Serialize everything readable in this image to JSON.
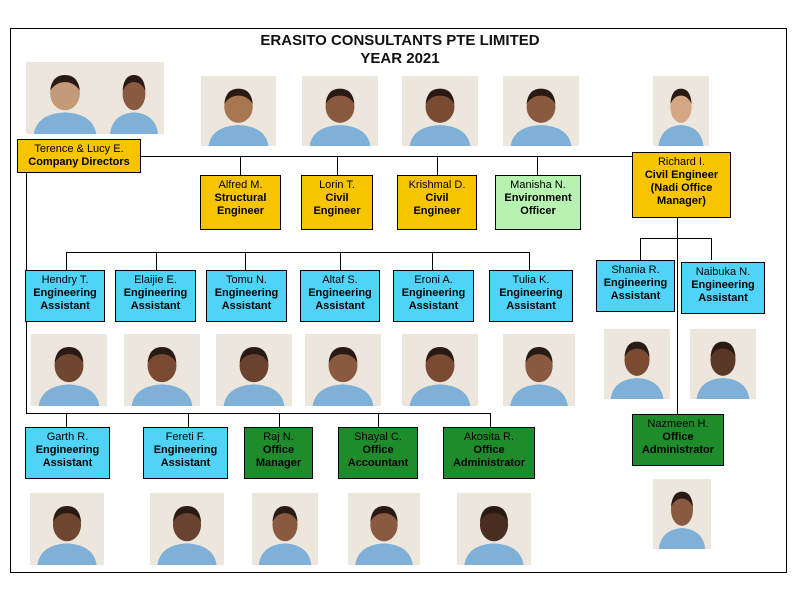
{
  "title": {
    "line1": "ERASITO CONSULTANTS PTE LIMITED",
    "line2": "YEAR 2021"
  },
  "colors": {
    "engineering": "#4fd3f6",
    "senior": "#f7c500",
    "environment": "#b8f2b0",
    "office": "#1e8c2a"
  },
  "directors": {
    "name": "Terence & Lucy E.",
    "role": "Company Directors"
  },
  "senior": [
    {
      "name": "Alfred M.",
      "role1": "Structural",
      "role2": "Engineer"
    },
    {
      "name": "Lorin T.",
      "role1": "Civil",
      "role2": "Engineer"
    },
    {
      "name": "Krishmal D.",
      "role1": "Civil",
      "role2": "Engineer"
    },
    {
      "name": "Manisha N.",
      "role1": "Environment",
      "role2": "Officer"
    }
  ],
  "nadi": {
    "name": "Richard I.",
    "role1": "Civil Engineer",
    "role2": "(Nadi Office",
    "role3": "Manager)"
  },
  "assistants": [
    {
      "name": "Hendry T.",
      "role1": "Engineering",
      "role2": "Assistant"
    },
    {
      "name": "Elaijie E.",
      "role1": "Engineering",
      "role2": "Assistant"
    },
    {
      "name": "Tomu N.",
      "role1": "Engineering",
      "role2": "Assistant"
    },
    {
      "name": "Altaf S.",
      "role1": "Engineering",
      "role2": "Assistant"
    },
    {
      "name": "Eroni A.",
      "role1": "Engineering",
      "role2": "Assistant"
    },
    {
      "name": "Tulia K.",
      "role1": "Engineering",
      "role2": "Assistant"
    }
  ],
  "nadi_team": [
    {
      "name": "Shania R.",
      "role1": "Engineering",
      "role2": "Assistant"
    },
    {
      "name": "Naibuka N.",
      "role1": "Engineering",
      "role2": "Assistant"
    }
  ],
  "bottom": [
    {
      "name": "Garth R.",
      "role1": "Engineering",
      "role2": "Assistant"
    },
    {
      "name": "Fereti  F.",
      "role1": "Engineering",
      "role2": "Assistant"
    },
    {
      "name": "Raj N.",
      "role1": "Office",
      "role2": "Manager"
    },
    {
      "name": "Shayal C.",
      "role1": "Office",
      "role2": "Accountant"
    },
    {
      "name": "Akosita R.",
      "role1": "Office",
      "role2": "Administrator"
    }
  ],
  "nadi_admin": {
    "name": "Nazmeen H.",
    "role1": "Office",
    "role2": "Administrator"
  }
}
